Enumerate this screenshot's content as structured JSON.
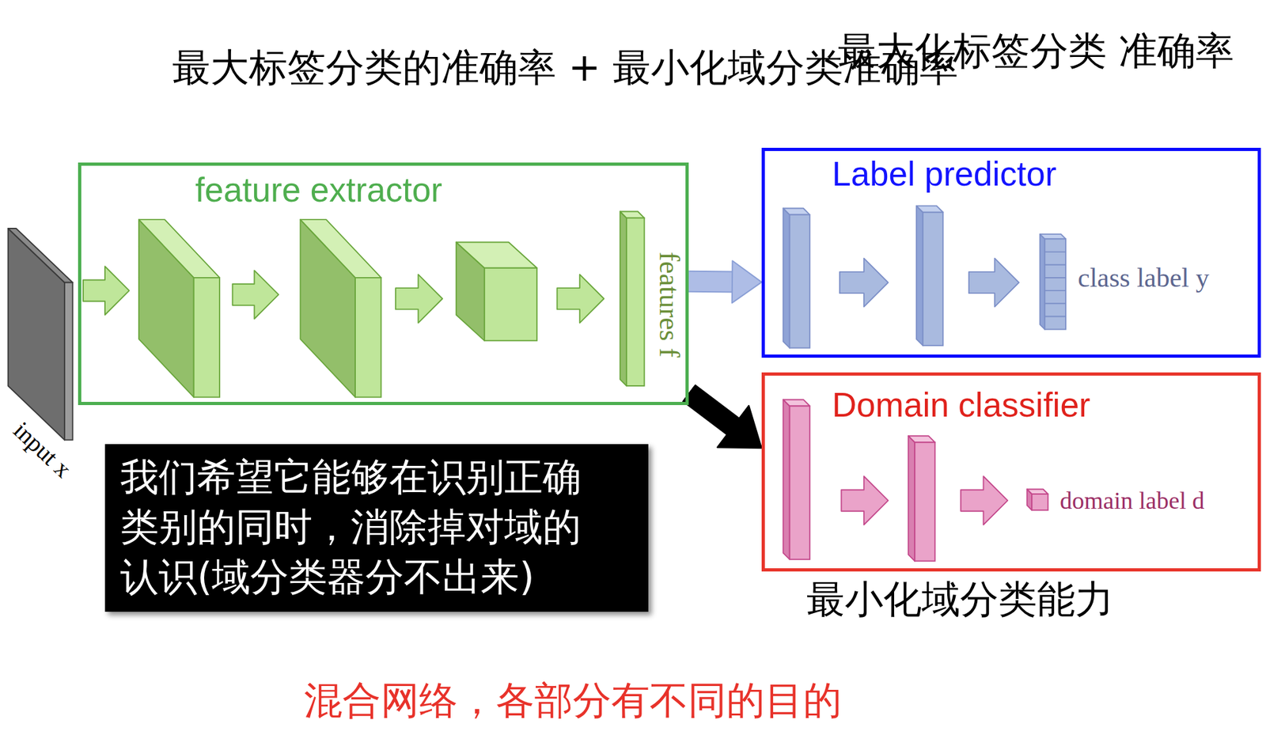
{
  "diagram": {
    "caption": "混合网络，各部分有不同的目的",
    "nodes": [
      {
        "text": [
          "feature extractor"
        ]
      },
      {
        "text": [
          "Label predictor"
        ]
      },
      {
        "text": [
          "Domain classifier"
        ]
      },
      {
        "text": [
          "我们希望它能够在识别正确 类别的同时，消除掉对域的 认识(域分类器分不出来)"
        ]
      }
    ],
    "edges": [
      {
        "from": 0,
        "to": 1,
        "arrow": "to"
      },
      {
        "from": 0,
        "to": 2,
        "arrow": "to"
      }
    ],
    "labels": [
      "最大标签分类的准确率 + 最小化域分类准确率",
      "最大化标签分类 准确率",
      "input x",
      "features f",
      "class label y",
      "domain label d",
      "最小化域分类能力"
    ]
  }
}
